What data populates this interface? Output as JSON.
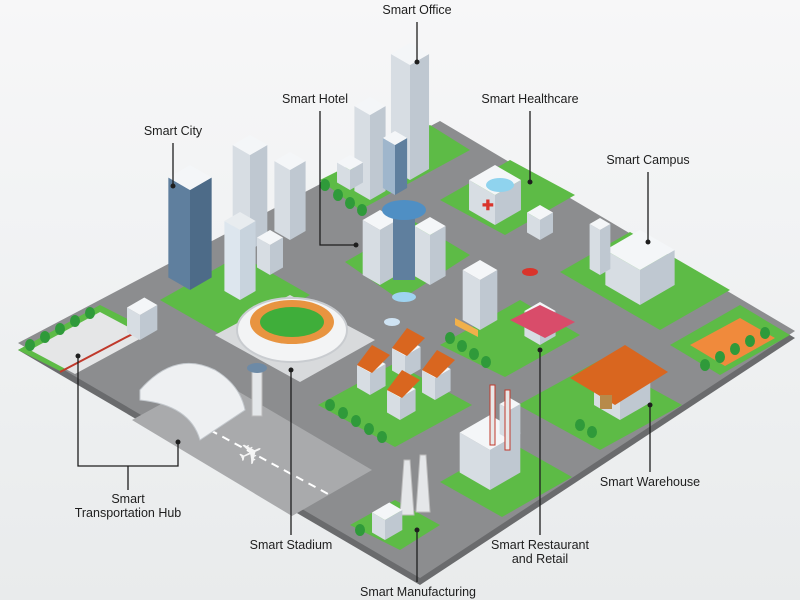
{
  "labels": {
    "office": "Smart Office",
    "hotel": "Smart Hotel",
    "healthcare": "Smart Healthcare",
    "city": "Smart City",
    "campus": "Smart Campus",
    "transport_line1": "Smart",
    "transport_line2": "Transportation Hub",
    "stadium": "Smart Stadium",
    "warehouse": "Smart Warehouse",
    "restaurant_line1": "Smart Restaurant",
    "restaurant_line2": "and Retail",
    "manufacturing": "Smart Manufacturing"
  },
  "colors": {
    "road": "#8c8d8f",
    "grass": "#5dbb46",
    "roof": "#d9661f",
    "building": "#f4f6f8",
    "glass": "#5f7f9e",
    "court": "#f08a3c"
  }
}
